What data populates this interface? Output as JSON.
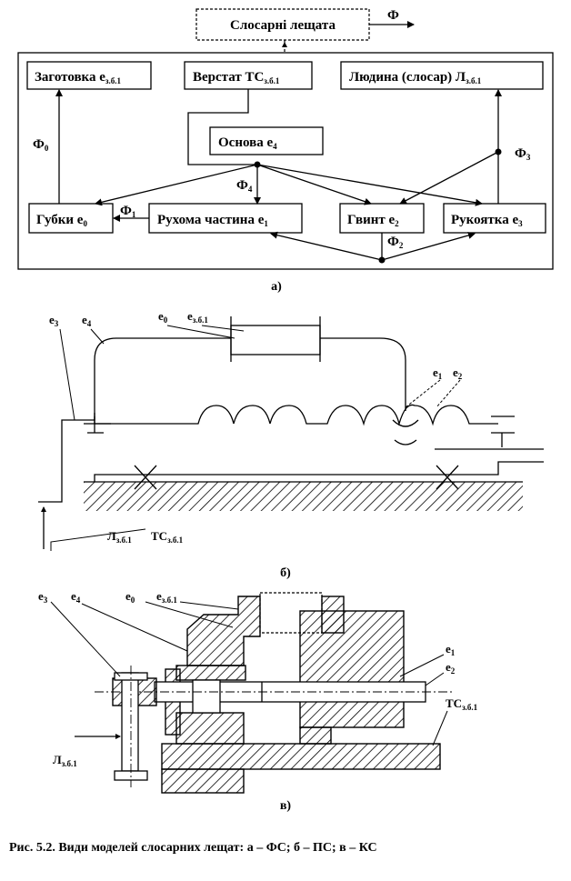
{
  "part_a": {
    "top_box": "Слосарні лещата",
    "phi_out": "Ф",
    "boxes": {
      "zagotovka": {
        "main": "Заготовка е",
        "sub": "з.б.1"
      },
      "verstat": {
        "main": "Верстат ТС",
        "sub": "з.б.1"
      },
      "lyudyna": {
        "main": "Людина (слосар) Л",
        "sub": "з.б.1"
      },
      "osnova": {
        "main": "Основа е",
        "sub": "4"
      },
      "gubky": {
        "main": "Губки е",
        "sub": "0"
      },
      "rukhoma": {
        "main": "Рухома частина е",
        "sub": "1"
      },
      "hvynt": {
        "main": "Гвинт е",
        "sub": "2"
      },
      "rukoyatka": {
        "main": "Рукоятка е",
        "sub": "3"
      }
    },
    "phis": [
      {
        "key": "phi0",
        "main": "Ф",
        "sub": "0"
      },
      {
        "key": "phi1",
        "main": "Ф",
        "sub": "1"
      },
      {
        "key": "phi2",
        "main": "Ф",
        "sub": "2"
      },
      {
        "key": "phi3",
        "main": "Ф",
        "sub": "3"
      },
      {
        "key": "phi4",
        "main": "Ф",
        "sub": "4"
      }
    ],
    "label": "а)"
  },
  "part_b": {
    "labels": {
      "e3": {
        "main": "е",
        "sub": "3"
      },
      "e4": {
        "main": "е",
        "sub": "4"
      },
      "e0": {
        "main": "е",
        "sub": "0"
      },
      "ezb": {
        "main": "е",
        "sub": "з.б.1"
      },
      "e1": {
        "main": "е",
        "sub": "1"
      },
      "e2": {
        "main": "е",
        "sub": "2"
      },
      "L": {
        "main": "Л",
        "sub": "з.б.1"
      },
      "TS": {
        "main": "ТС",
        "sub": "з.б.1"
      }
    },
    "label": "б)"
  },
  "part_c": {
    "labels": {
      "e3": {
        "main": "е",
        "sub": "3"
      },
      "e4": {
        "main": "е",
        "sub": "4"
      },
      "e0": {
        "main": "е",
        "sub": "0"
      },
      "ezb": {
        "main": "е",
        "sub": "з.б.1"
      },
      "e1": {
        "main": "е",
        "sub": "1"
      },
      "e2": {
        "main": "е",
        "sub": "2"
      },
      "TS": {
        "main": "ТС",
        "sub": "з.б.1"
      },
      "L": {
        "main": "Л",
        "sub": "з.б.1"
      }
    },
    "label": "в)"
  },
  "caption": "Рис. 5.2. Види моделей слосарних лещат: а – ФС; б – ПС; в – КС"
}
